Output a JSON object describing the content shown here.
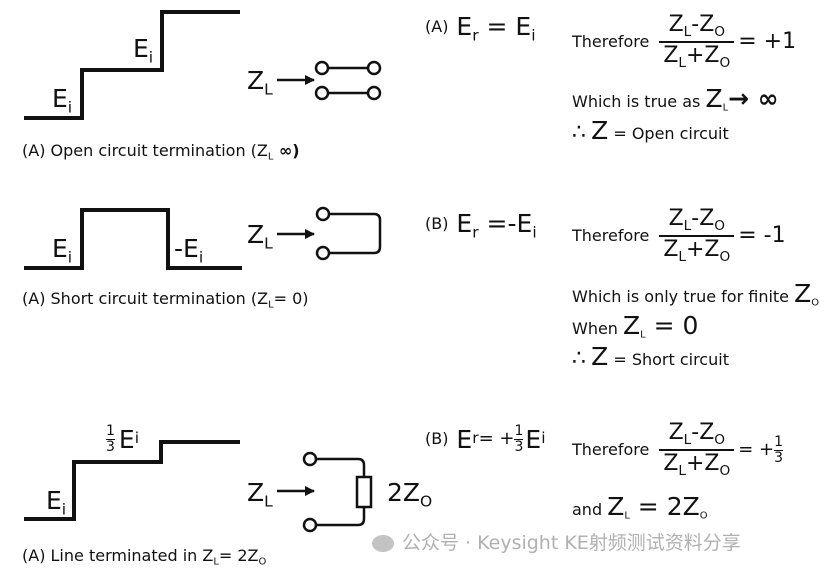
{
  "colors": {
    "ink": "#111111",
    "watermark": "#9a9a9a"
  },
  "rows": [
    {
      "caption_prefix": "(A) Open circuit termination (Z",
      "caption_sub": "L",
      "caption_suffix": " ∞)",
      "lower_step_label": "E",
      "lower_step_sub": "i",
      "upper_step_label": "E",
      "upper_step_sub": "i",
      "load_label": "Z",
      "load_sub": "L",
      "eq_prefix": "(A)",
      "eq_left": "E",
      "eq_left_sub": "r",
      "eq_mid": " = E",
      "eq_right_sub": "i",
      "therefore": "Therefore",
      "frac_num": "Z",
      "frac_num_sub1": "L",
      "frac_num_mid": "-Z",
      "frac_num_sub2": "O",
      "frac_den": "Z",
      "frac_den_sub1": "L",
      "frac_den_mid": "+Z",
      "frac_den_sub2": "O",
      "result": "= +1",
      "cond_text": "Which is true as ",
      "cond_z": "Z",
      "cond_sub": "L",
      "cond_tail": "→ ∞",
      "concl_sym": "∴",
      "concl_z": "Z",
      "concl_text": " = Open circuit"
    },
    {
      "caption_prefix": "(A) Short circuit termination (Z",
      "caption_sub": "L",
      "caption_suffix": "= 0)",
      "left_label": "E",
      "left_sub": "i",
      "right_label": "-E",
      "right_sub": "i",
      "load_label": "Z",
      "load_sub": "L",
      "eq_prefix": "(B)",
      "eq_left": "E",
      "eq_left_sub": "r",
      "eq_mid": " =-E",
      "eq_right_sub": "i",
      "therefore": "Therefore",
      "frac_num": "Z",
      "frac_num_sub1": "L",
      "frac_num_mid": "-Z",
      "frac_num_sub2": "O",
      "frac_den": "Z",
      "frac_den_sub1": "L",
      "frac_den_mid": "+Z",
      "frac_den_sub2": "O",
      "result": "= -1",
      "cond_text": "Which is only true for finite ",
      "cond_z": "Z",
      "cond_sub": "O",
      "when_text": "When ",
      "when_z": "Z",
      "when_sub": "L",
      "when_tail": " = 0",
      "concl_sym": "∴",
      "concl_z": "Z",
      "concl_text": " = Short circuit"
    },
    {
      "caption_prefix": "(A) Line terminated in Z",
      "caption_sub": "L",
      "caption_suffix": "= 2Z",
      "caption_sub2": "O",
      "lower_step_label": "E",
      "lower_step_sub": "i",
      "upper_frac_num": "1",
      "upper_frac_den": "3",
      "upper_step_label": "E",
      "upper_step_sub": "i",
      "load_label": "Z",
      "load_sub": "L",
      "resistor_label": "2Z",
      "resistor_sub": "O",
      "eq_prefix": "(B)",
      "eq_left": "E",
      "eq_left_sub": "r",
      "eq_mid": " = + ",
      "eq_frac_num": "1",
      "eq_frac_den": "3",
      "eq_tail": "E",
      "eq_right_sub": "i",
      "therefore": "Therefore",
      "frac_num": "Z",
      "frac_num_sub1": "L",
      "frac_num_mid": "-Z",
      "frac_num_sub2": "O",
      "frac_den": "Z",
      "frac_den_sub1": "L",
      "frac_den_mid": "+Z",
      "frac_den_sub2": "O",
      "result": "= + ",
      "result_frac_num": "1",
      "result_frac_den": "3",
      "and_text": "and ",
      "and_z": "Z",
      "and_sub": "L",
      "and_tail": " = 2Z",
      "and_sub2": "O"
    }
  ],
  "watermark": "公众号 · Keysight KE射频测试资料分享"
}
